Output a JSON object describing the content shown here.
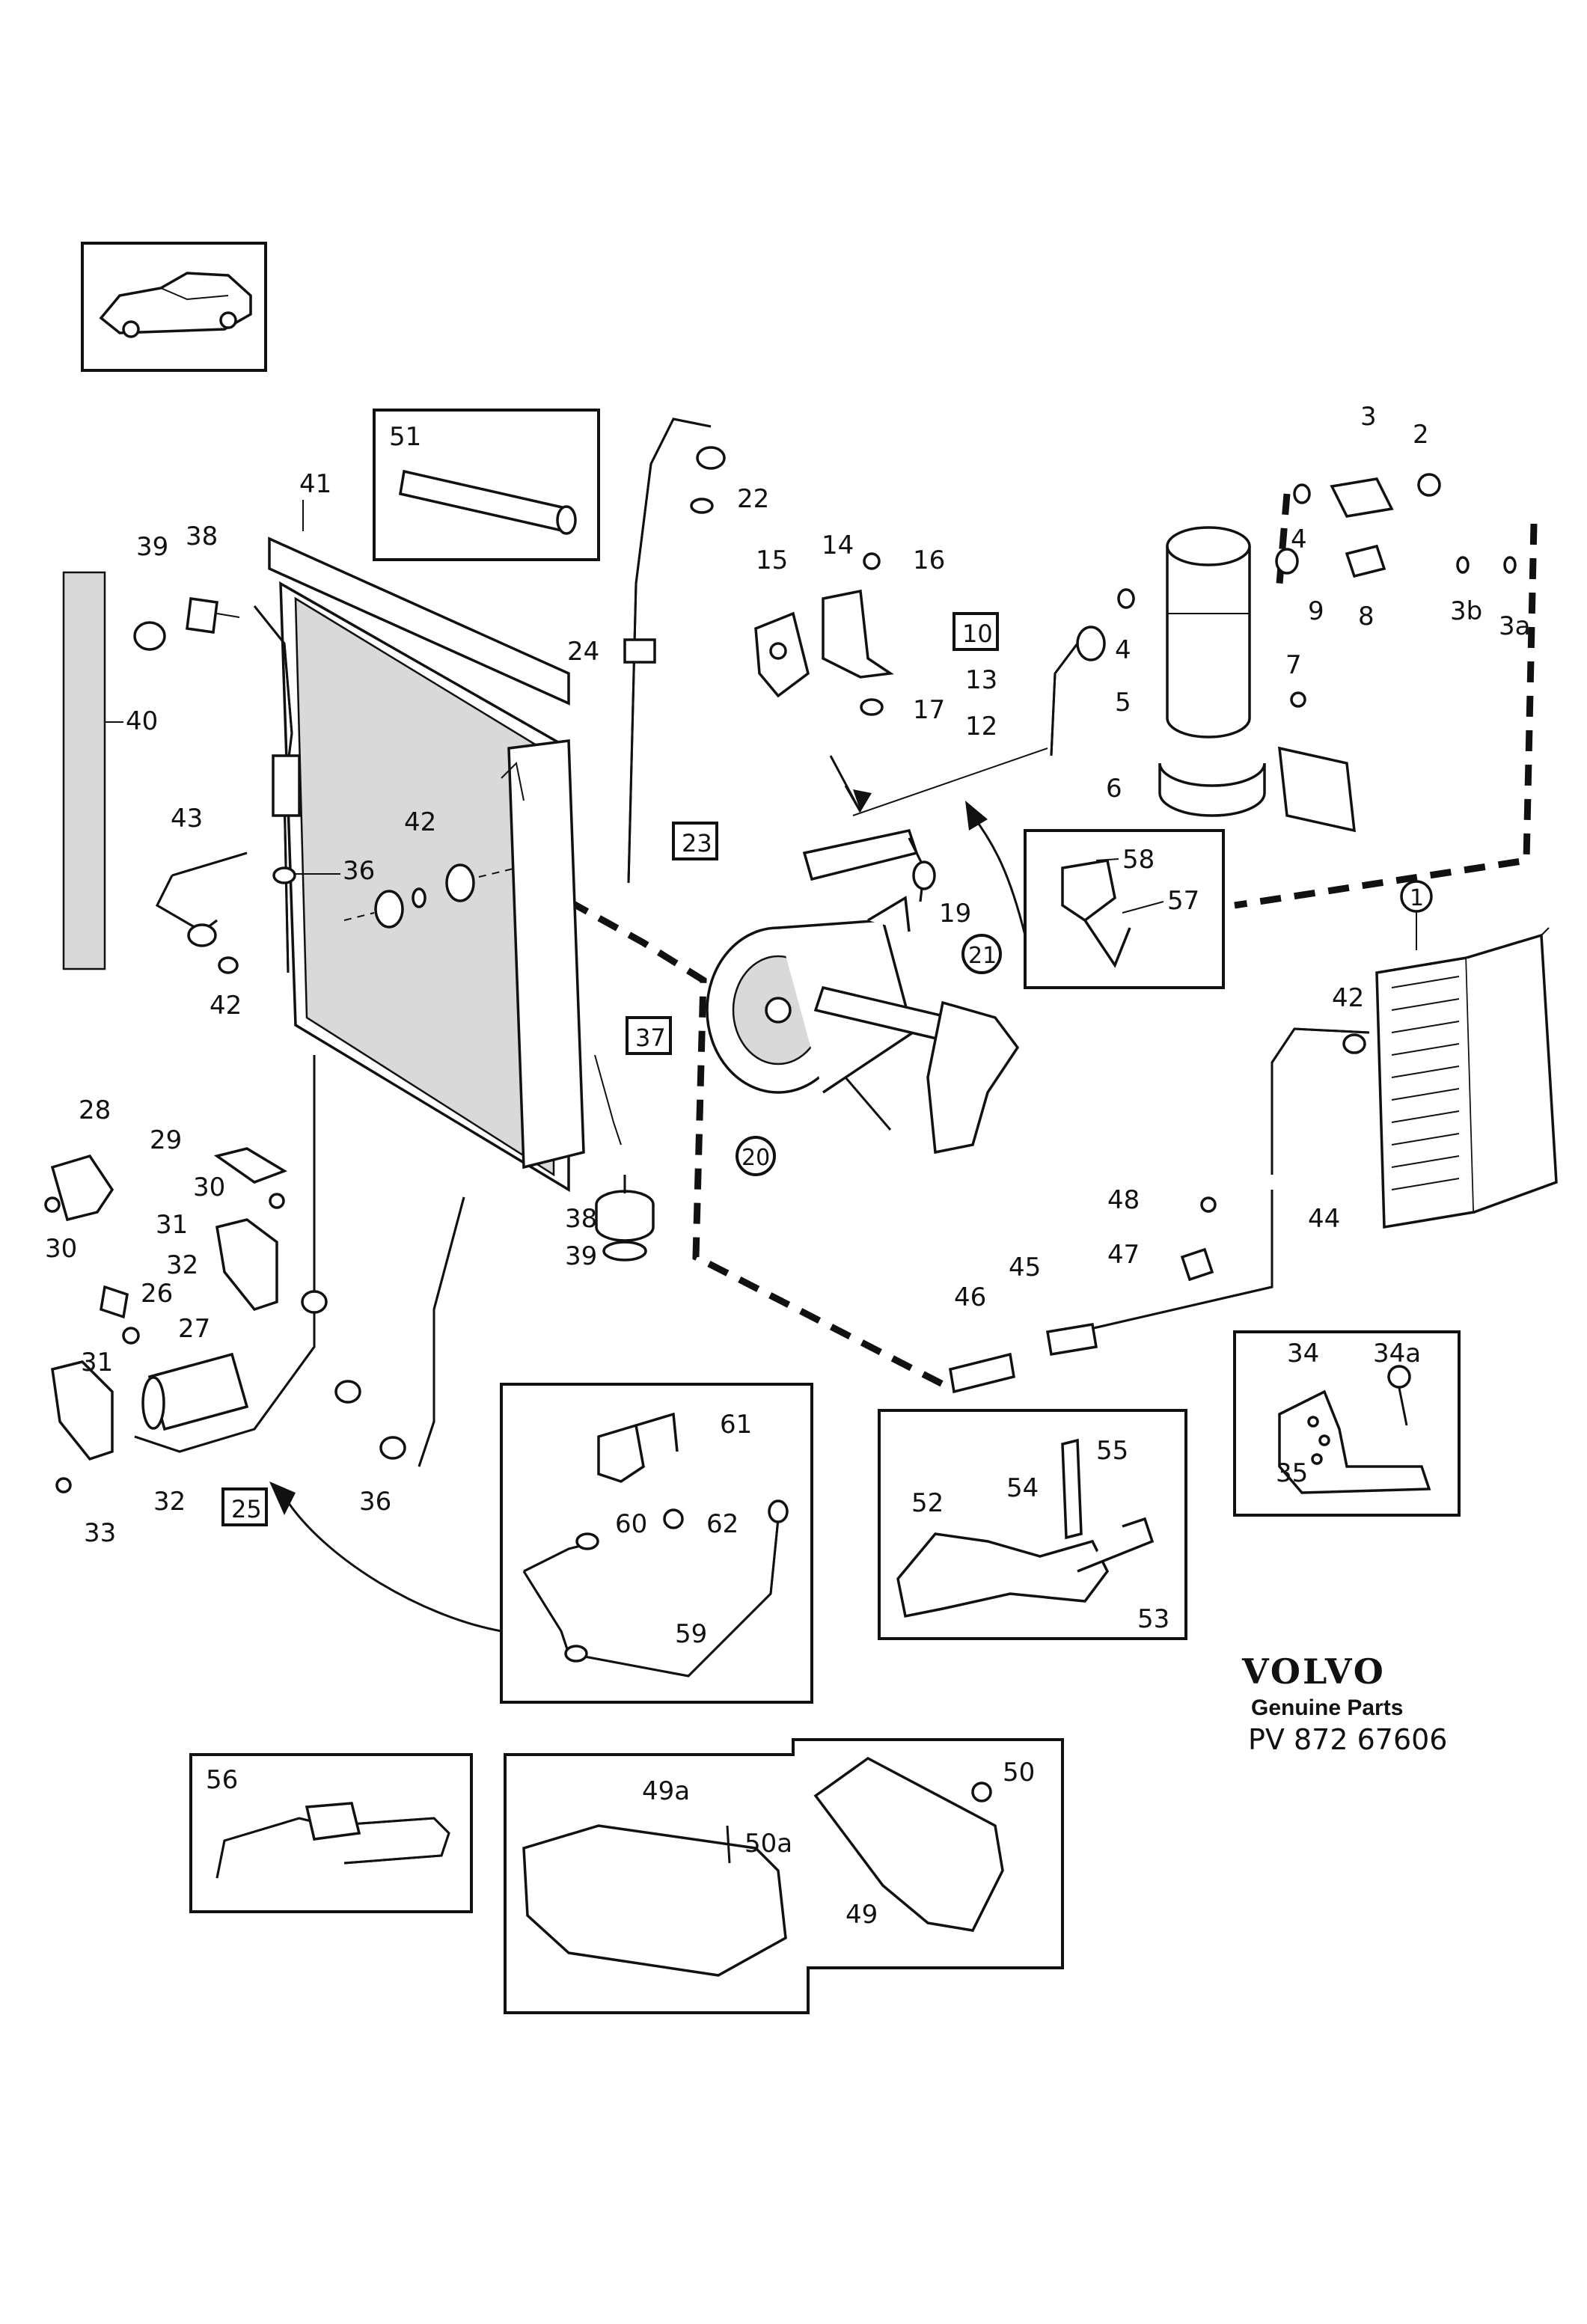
{
  "callouts": {
    "n2": "2",
    "n3": "3",
    "n3a": "3a",
    "n3b": "3b",
    "n4a": "4",
    "n4b": "4",
    "n5": "5",
    "n6": "6",
    "n7": "7",
    "n8": "8",
    "n9": "9",
    "n10": "10",
    "n12": "12",
    "n13": "13",
    "n14": "14",
    "n15": "15",
    "n16": "16",
    "n17": "17",
    "n19": "19",
    "n20": "20",
    "n21": "21",
    "n22": "22",
    "n23": "23",
    "n24": "24",
    "n25": "25",
    "n26": "26",
    "n27": "27",
    "n28": "28",
    "n29": "29",
    "n30a": "30",
    "n30b": "30",
    "n31a": "31",
    "n31b": "31",
    "n32a": "32",
    "n32b": "32",
    "n33": "33",
    "n36a": "36",
    "n36b": "36",
    "n37": "37",
    "n38a": "38",
    "n38b": "38",
    "n39a": "39",
    "n39b": "39",
    "n40": "40",
    "n41": "41",
    "n42a": "42",
    "n42b": "42",
    "n42c": "42",
    "n43": "43",
    "n44": "44",
    "n45": "45",
    "n46": "46",
    "n47": "47",
    "n48": "48",
    "n1": "1"
  },
  "insets": {
    "i51": "51",
    "i57": "57",
    "i58": "58",
    "i34": "34",
    "i34a": "34a",
    "i35": "35",
    "i52": "52",
    "i53": "53",
    "i54": "54",
    "i55": "55",
    "i59": "59",
    "i60": "60",
    "i61": "61",
    "i62": "62",
    "i56": "56",
    "i49": "49",
    "i49a": "49a",
    "i50": "50",
    "i50a": "50a"
  },
  "brand": {
    "name": "VOLVO",
    "tagline": "Genuine Parts",
    "code": "PV 872 67606"
  },
  "colors": {
    "ink": "#111111",
    "paper": "#ffffff"
  },
  "icons": {
    "vehicle": "car-thumbnail-icon"
  }
}
